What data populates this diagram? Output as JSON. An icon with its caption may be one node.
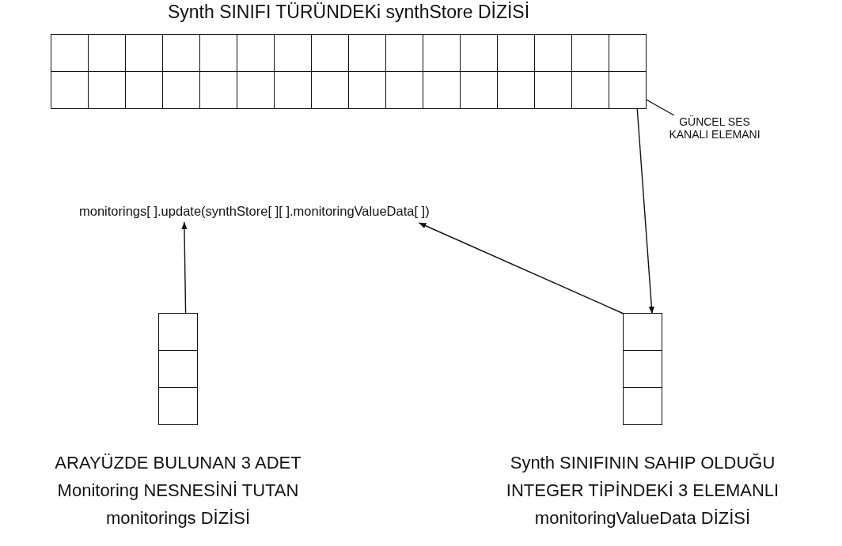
{
  "diagram": {
    "nodes": [
      {
        "text": [
          "Synth SINIFI TÜRÜNDEKi synthStore DİZİSİ"
        ]
      },
      {
        "text": [],
        "shape": "box",
        "in": 0
      },
      {
        "text": [
          "GÜNCEL SES KANALI ELEMANI"
        ]
      },
      {
        "text": [
          "monitorings[ ].update(synthStore[ ][ ].monitoringValueData[ ])"
        ]
      },
      {
        "text": [
          "ARAYÜZDE BULUNAN 3 ADET Monitoring NESNESİNİ TUTAN monitorings DİZİSİ"
        ]
      },
      {
        "text": [],
        "shape": "box",
        "in": 4
      },
      {
        "text": [
          "Synth SINIFININ SAHIP OLDUĞU INTEGER TİPİNDEKİ 3 ELEMANLI monitoringValueData DİZİSİ"
        ]
      },
      {
        "text": [],
        "shape": "box",
        "in": 6
      }
    ],
    "edges": [
      {
        "from": 2,
        "to": 1,
        "arrow": "none"
      },
      {
        "from": 1,
        "to": 7,
        "arrow": "to"
      },
      {
        "from": 5,
        "to": 3,
        "arrow": "to"
      },
      {
        "from": 7,
        "to": 3,
        "arrow": "to"
      }
    ]
  }
}
